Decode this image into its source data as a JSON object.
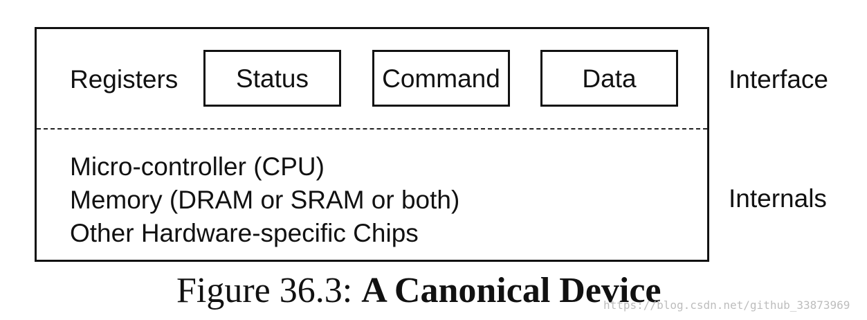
{
  "diagram": {
    "registers_label": "Registers",
    "registers": [
      {
        "label": "Status"
      },
      {
        "label": "Command"
      },
      {
        "label": "Data"
      }
    ],
    "interface_label": "Interface",
    "internals": [
      "Micro-controller (CPU)",
      "Memory (DRAM or SRAM or both)",
      "Other Hardware-specific Chips"
    ],
    "internals_label": "Internals"
  },
  "caption": {
    "prefix": "Figure 36.3: ",
    "title": "A Canonical Device"
  },
  "watermark": "https://blog.csdn.net/github_33873969",
  "colors": {
    "line": "#111111",
    "text": "#111111",
    "watermark": "#bdbdbd"
  }
}
